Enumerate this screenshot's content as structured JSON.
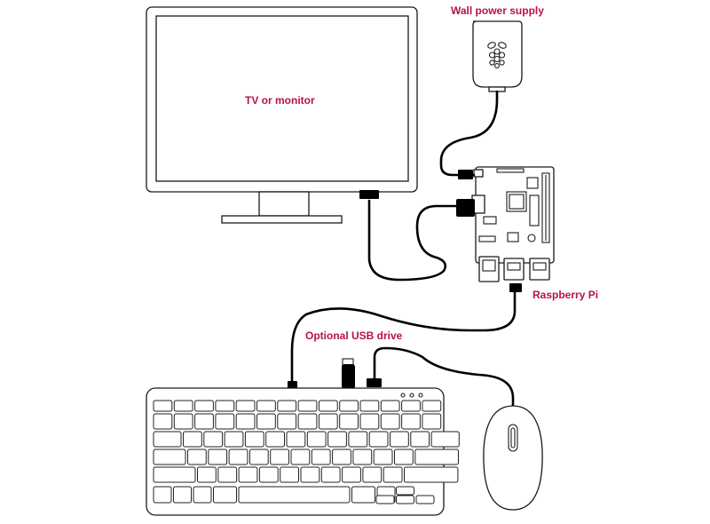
{
  "labels": {
    "monitor": "TV or monitor",
    "power_supply": "Wall power supply",
    "raspberry_pi": "Raspberry Pi",
    "usb_drive": "Optional USB drive"
  },
  "colors": {
    "label": "#b5124d",
    "outline": "#1a1a1a",
    "cable": "#000000",
    "background": "#ffffff"
  }
}
